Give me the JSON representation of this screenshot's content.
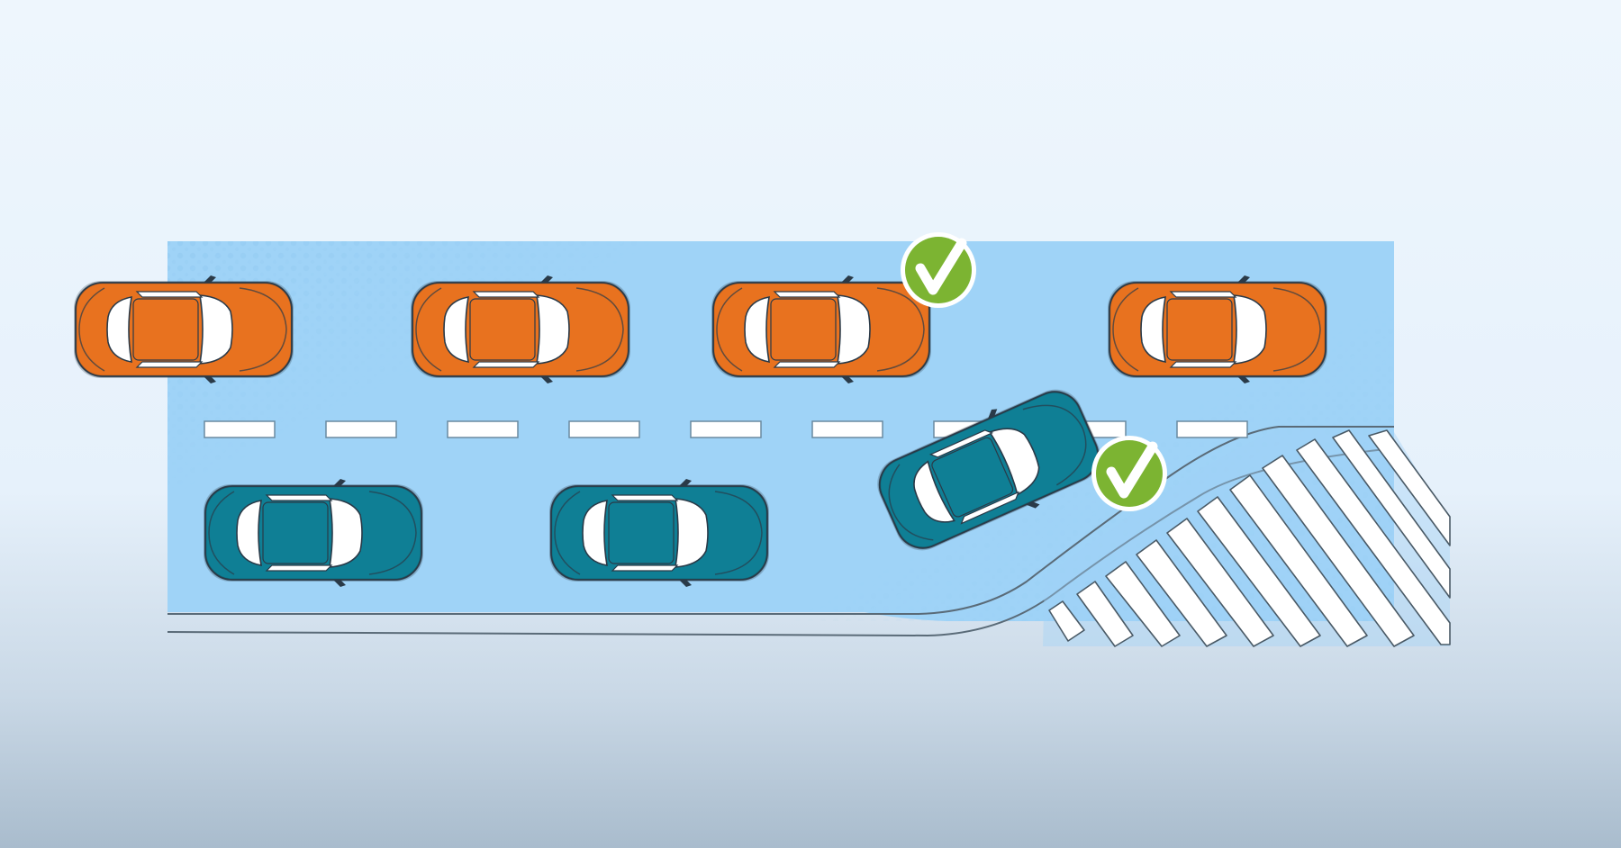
{
  "colors": {
    "road": "#9fd3f7",
    "road_dots": "#8cc6ee",
    "lane_marking": "#ffffff",
    "curb_line": "#5a6b78",
    "hatch": "#ffffff",
    "car_orange": "#e8721f",
    "car_orange_dark": "#b9530e",
    "car_teal": "#0f7f95",
    "car_teal_dark": "#0a5c6d",
    "glass": "#ffffff",
    "check_badge": "#7cb432",
    "check_mark": "#ffffff"
  },
  "icons": {
    "approved_parking": "check-badge-icon",
    "car": "car-top-view-icon",
    "no_parking_zone": "hatched-crosswalk-icon"
  },
  "scene": {
    "parked_cars_top_row": [
      "orange",
      "orange",
      "orange",
      "orange"
    ],
    "parked_cars_bottom_row": [
      "teal",
      "teal",
      "teal"
    ],
    "approved_positions": [
      "top-row-car-3",
      "bottom-row-angled-car"
    ]
  }
}
